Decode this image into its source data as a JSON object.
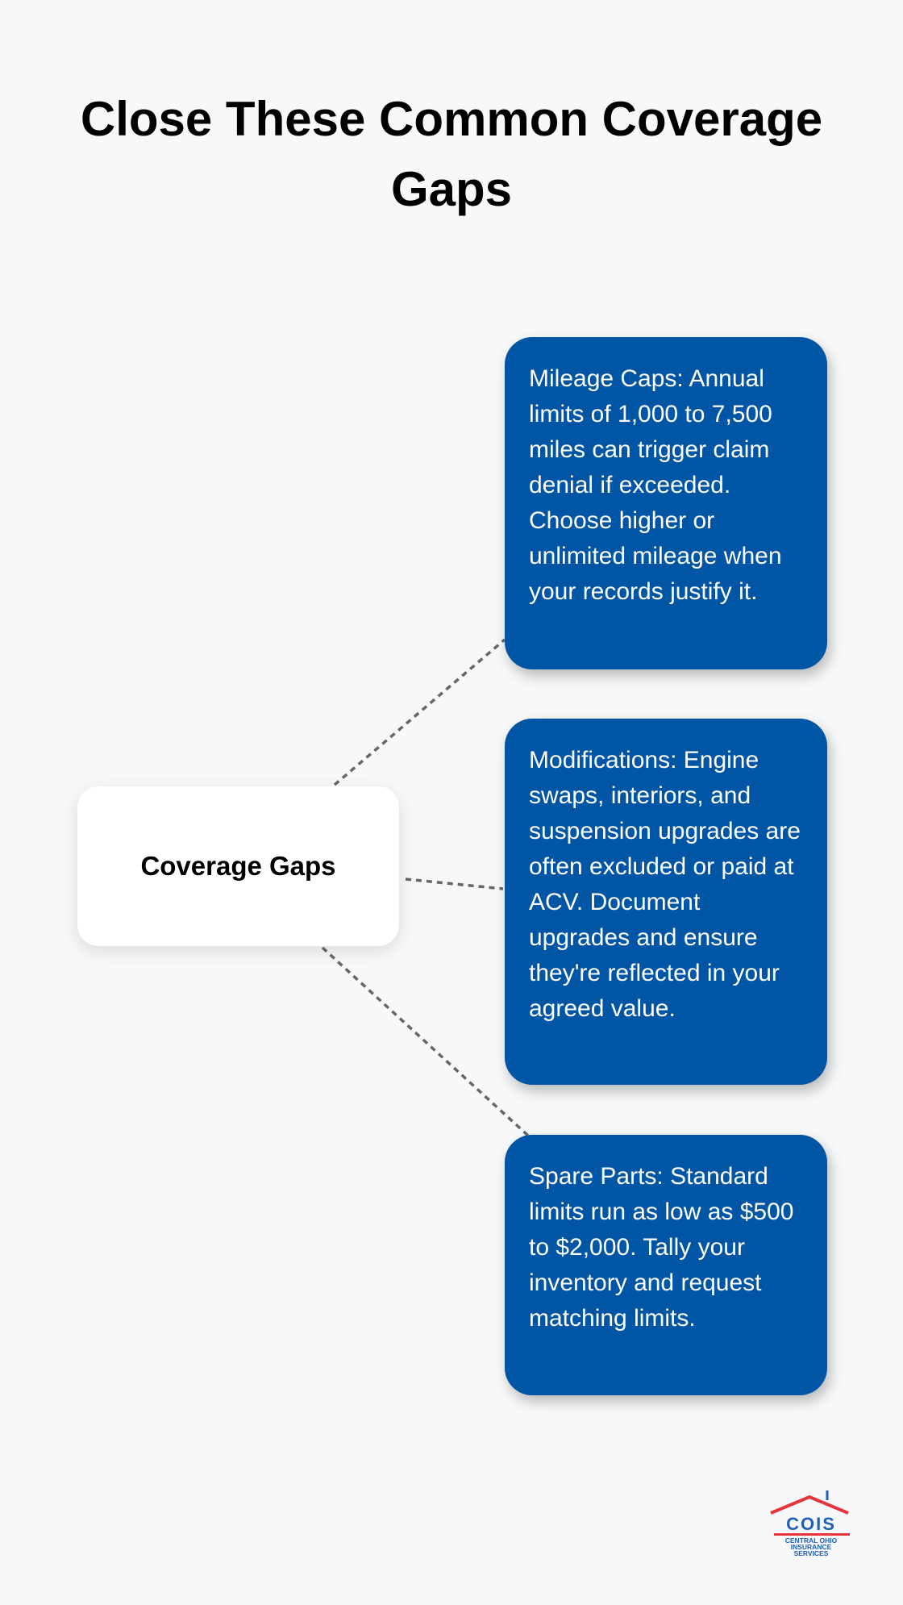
{
  "title": "Close These Common Coverage Gaps",
  "center_node": {
    "label": "Coverage Gaps"
  },
  "cards": [
    {
      "text": "Mileage Caps: Annual limits of 1,000 to 7,500 miles can trigger claim denial if exceeded. Choose higher or unlimited mileage when your records justify it."
    },
    {
      "text": "Modifications: Engine swaps, interiors, and suspension upgrades are often excluded or paid at ACV. Document upgrades and ensure they're reflected in your agreed value."
    },
    {
      "text": "Spare Parts: Standard limits run as low as $500 to $2,000. Tally your inventory and request matching limits."
    }
  ],
  "logo": {
    "abbr": "COIS",
    "line1": "CENTRAL OHIO",
    "line2": "INSURANCE",
    "line3": "SERVICES"
  },
  "colors": {
    "card": "#0055a5",
    "background": "#f7f8fa",
    "logo_red": "#e8333a",
    "logo_blue": "#1f5fb4"
  }
}
